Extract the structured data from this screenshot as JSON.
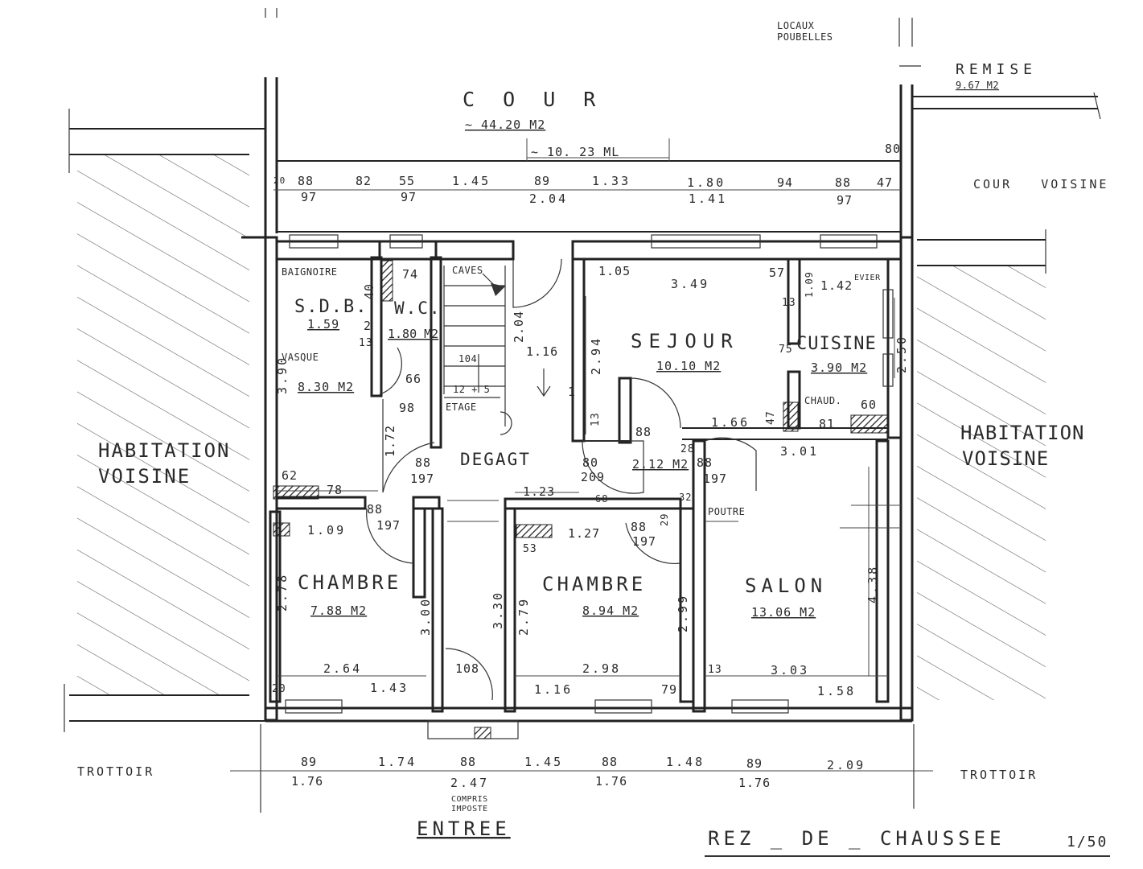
{
  "title": "REZ _ DE _ CHAUSSEE",
  "scale": "1/50",
  "entrance": "ENTREE",
  "compris_impose": [
    "COMPRIS",
    "IMPOSTE"
  ],
  "outside": {
    "cour": "C O U R",
    "cour_area": "~ 44.20 M2",
    "cour_length": "~ 10. 23  ML",
    "locaux": [
      "LOCAUX",
      "POUBELLES"
    ],
    "remise": "REMISE",
    "remise_area": "9.67 M2",
    "cour_voisine": "COUR   VOISINE",
    "habitation_left": [
      "HABITATION",
      "VOISINE"
    ],
    "habitation_right": [
      "HABITATION",
      "VOISINE"
    ],
    "trottoir_left": "TROTTOIR",
    "trottoir_right": "TROTTOIR"
  },
  "rooms": {
    "sdb": {
      "name": "S.D.B.",
      "area": "1.59",
      "sub1": "BAIGNOIRE",
      "sub2": "VASQUE",
      "area2": "8.30 M2"
    },
    "wc": {
      "name": "W.C.",
      "area": "1.80 M2"
    },
    "caves": "CAVES",
    "etage": "ETAGE",
    "steps": "12 + 5",
    "degagt": "DEGAGT",
    "degagt_area": "2.12 M2",
    "sejour": {
      "name": "SEJOUR",
      "area": "10.10 M2"
    },
    "cuisine": {
      "name": "CUISINE",
      "area": "3.90 M2",
      "evier": "EVIER",
      "chaud": "CHAUD."
    },
    "chambre1": {
      "name": "CHAMBRE",
      "area": "7.88 M2"
    },
    "chambre2": {
      "name": "CHAMBRE",
      "area": "8.94 M2"
    },
    "salon": {
      "name": "SALON",
      "area": "13.06 M2"
    },
    "poutre": "POUTRE"
  },
  "top_dims_upper": [
    "20",
    "88",
    "82",
    "55",
    "1.45",
    "89",
    "1.33",
    "1.80",
    "94",
    "88",
    "47"
  ],
  "top_dims_lower": [
    "97",
    "97",
    "2.04",
    "1.41",
    "97"
  ],
  "top_dim_80": "80",
  "bottom_dims_upper": [
    "89",
    "1.74",
    "88",
    "1.45",
    "88",
    "1.48",
    "89",
    "2.09"
  ],
  "bottom_dims_lower": [
    "1.76",
    "2.47",
    "1.76",
    "1.76"
  ],
  "inner_dims": {
    "d74": "74",
    "d40": "40",
    "d2": "2",
    "d13a": "13",
    "d390": "3.90",
    "d66": "66",
    "d98": "98",
    "d104": "104",
    "d204": "2.04",
    "d116": "1.16",
    "d1": "1",
    "d172": "1.72",
    "d88a": "88",
    "d197a": "197",
    "d80": "80",
    "d209": "209",
    "d88b": "88",
    "d197b": "197",
    "d105": "1.05",
    "d349": "3.49",
    "d57": "57",
    "d142": "1.42",
    "d109v": "1.09",
    "d13b": "13",
    "d294": "2.94",
    "d75": "75",
    "d250": "2.50",
    "d13c": "13",
    "d88c": "88",
    "d166": "1.66",
    "d47": "47",
    "d60": "60",
    "d81": "81",
    "d28": "28",
    "d301": "3.01",
    "d62": "62",
    "d78": "78",
    "d88d": "88",
    "d197d": "197",
    "d109": "1.09",
    "d123": "1.23",
    "d68": "68",
    "d127": "1.27",
    "d53": "53",
    "d88e": "88",
    "d197e": "197",
    "d29": "29",
    "d32": "32",
    "d278": "2.78",
    "d300": "3.00",
    "d330": "3.30",
    "d279": "2.79",
    "d299": "2.99",
    "d438": "4.38",
    "d264": "2.64",
    "d143": "1.43",
    "d20": "20",
    "d108": "108",
    "d298": "2.98",
    "d116b": "1.16",
    "d79": "79",
    "d13d": "13",
    "d303": "3.03",
    "d158": "1.58"
  }
}
